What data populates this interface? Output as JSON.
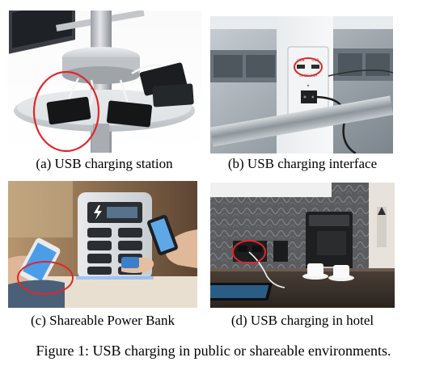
{
  "figure": {
    "caption": "Figure 1: USB charging in public or shareable environments."
  },
  "panels": {
    "a": {
      "caption": "(a) USB charging station",
      "charging_port_label": "",
      "highlight_color": "#e0262a"
    },
    "b": {
      "caption": "(b) USB charging interface",
      "port_labels": [
        "USB",
        "USB"
      ],
      "plate_text": "5V DC 2.1A",
      "highlight_color": "#e0262a"
    },
    "c": {
      "caption": "(c) Shareable Power Bank",
      "highlight_color": "#e0262a"
    },
    "d": {
      "caption": "(d) USB charging in hotel",
      "highlight_color": "#e0262a"
    }
  }
}
